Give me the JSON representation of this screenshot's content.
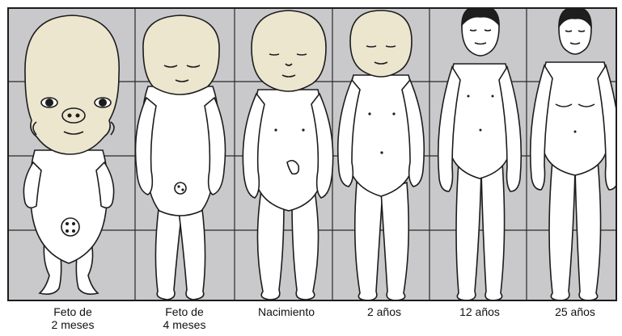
{
  "figure": {
    "stages": [
      {
        "line1": "Feto de",
        "line2": "2 meses"
      },
      {
        "line1": "Feto de",
        "line2": "4 meses"
      },
      {
        "line1": "Nacimiento",
        "line2": ""
      },
      {
        "line1": "2 años",
        "line2": ""
      },
      {
        "line1": "12 años",
        "line2": ""
      },
      {
        "line1": "25 años",
        "line2": ""
      }
    ]
  },
  "colors": {
    "background_grid": "#c9c9cc",
    "skin_head": "#ece6cf",
    "body": "#ffffff",
    "outline": "#1c1c1c",
    "hair": "#1e1e1e"
  }
}
